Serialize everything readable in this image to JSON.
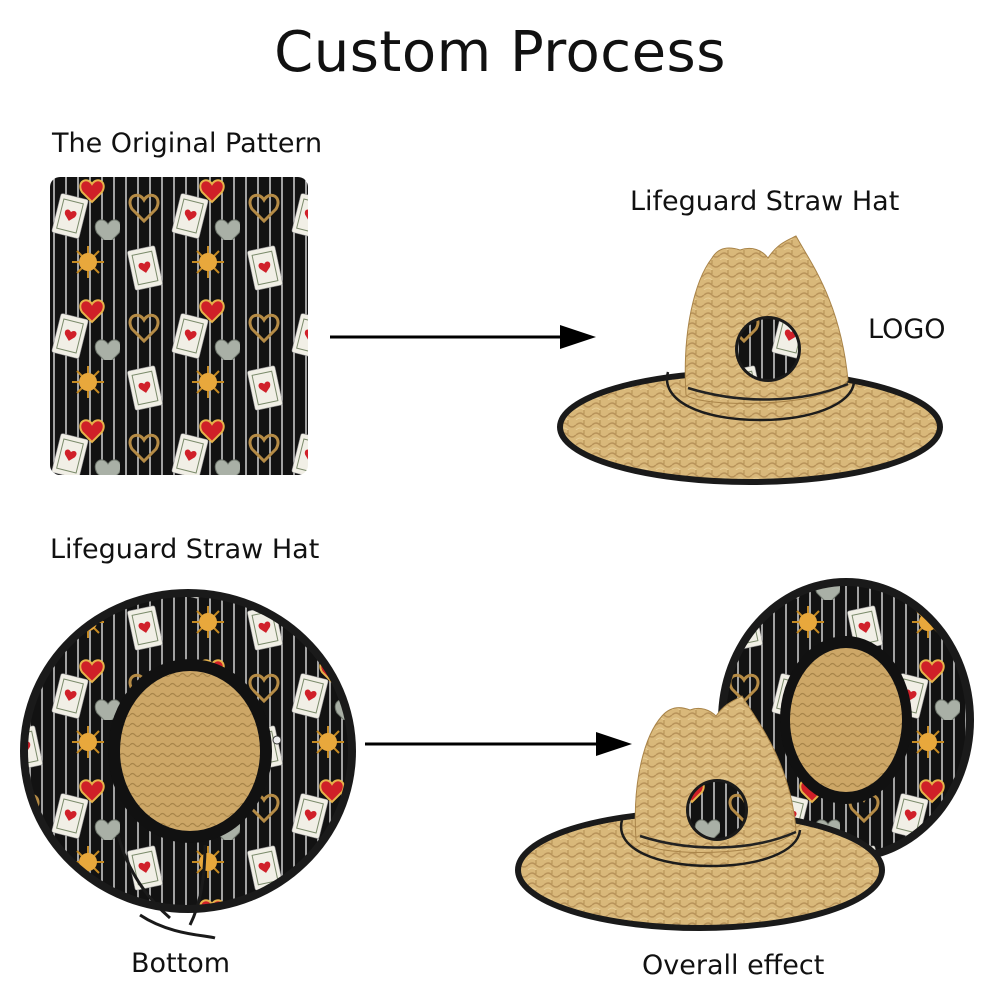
{
  "title": "Custom Process",
  "labels": {
    "original_pattern": "The Original Pattern",
    "lifeguard_top": "Lifeguard Straw Hat",
    "logo": "LOGO",
    "lifeguard_bottom": "Lifeguard Straw Hat",
    "bottom": "Bottom",
    "overall": "Overall effect"
  },
  "colors": {
    "straw": "#d9b87a",
    "straw_dark": "#b8935a",
    "pattern_bg": "#121212",
    "stripe": "#f2f2f2",
    "card": "#f1efe6",
    "heart": "#d0202a",
    "sun": "#e3a23a",
    "binding": "#1a1a1a",
    "arrow": "#000000"
  }
}
